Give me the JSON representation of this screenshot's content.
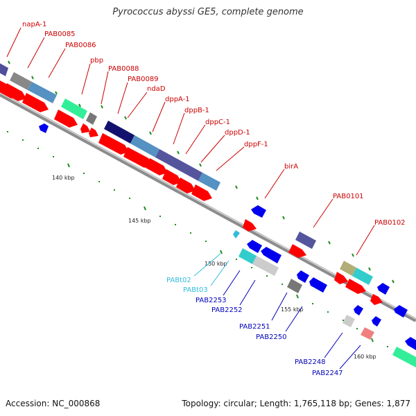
{
  "title": "Pyrococcus abyssi GE5, complete genome",
  "footer": {
    "accession": "Accession: NC_000868",
    "summary": "Topology: circular; Length: 1,765,118 bp; Genes: 1,877"
  },
  "scale_labels": [
    "140 kbp",
    "145 kbp",
    "150 kbp",
    "155 kbp",
    "160 kbp"
  ],
  "colors": {
    "forward_label": "#cc0000",
    "reverse_label": "#0000bb",
    "rna_label": "#33bbdd",
    "backbone": "#8c8c8c",
    "cds": "#ff0000",
    "cds_reverse": "#0000ee",
    "tick": "#1e8c1e"
  },
  "forward_genes": [
    {
      "label": "napA-1"
    },
    {
      "label": "PAB0085"
    },
    {
      "label": "PAB0086"
    },
    {
      "label": "pbp"
    },
    {
      "label": "PAB0088"
    },
    {
      "label": "PAB0089"
    },
    {
      "label": "ndaD"
    },
    {
      "label": "dppA-1"
    },
    {
      "label": "dppB-1"
    },
    {
      "label": "dppC-1"
    },
    {
      "label": "dppD-1"
    },
    {
      "label": "dppF-1"
    },
    {
      "label": "birA"
    },
    {
      "label": "PAB0101"
    },
    {
      "label": "PAB0102"
    }
  ],
  "reverse_genes": [
    {
      "label": "PABt02",
      "kind": "rna"
    },
    {
      "label": "PABt03",
      "kind": "rna"
    },
    {
      "label": "PAB2253",
      "kind": "cds"
    },
    {
      "label": "PAB2252",
      "kind": "cds"
    },
    {
      "label": "PAB2251",
      "kind": "cds"
    },
    {
      "label": "PAB2250",
      "kind": "cds"
    },
    {
      "label": "PAB2248",
      "kind": "cds"
    },
    {
      "label": "PAB2247",
      "kind": "cds"
    }
  ]
}
